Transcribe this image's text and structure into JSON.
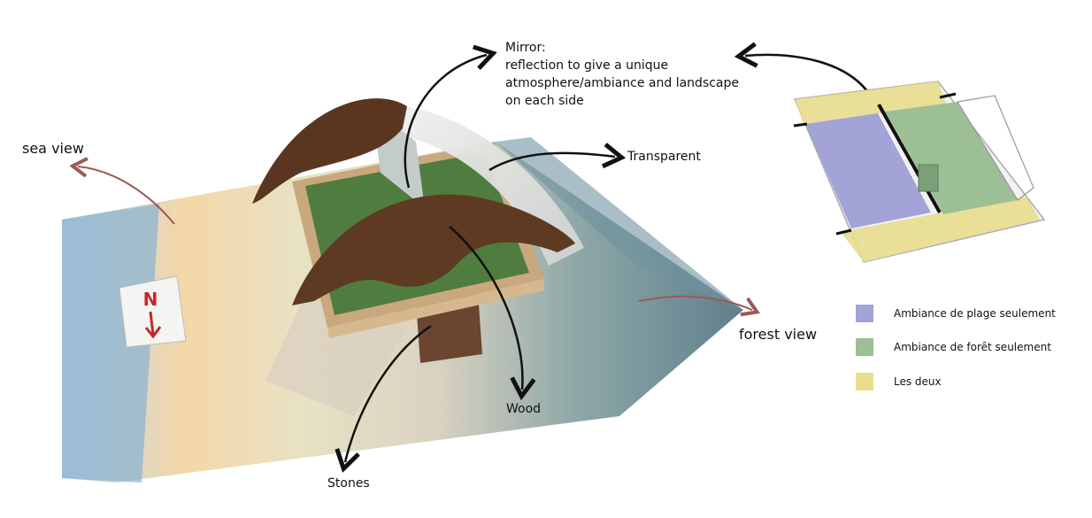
{
  "labels": {
    "sea_view": "sea view",
    "forest_view": "forest view",
    "transparent": "Transparent",
    "wood": "Wood",
    "stones": "Stones"
  },
  "mirror_note": {
    "title": "Mirror:",
    "lines": [
      "reflection to give a unique",
      "atmosphere/ambiance and landscape",
      "on each side"
    ]
  },
  "legend": {
    "items": [
      {
        "label": "Ambiance de plage seulement",
        "color": "#a3a3d8"
      },
      {
        "label": "Ambiance de forêt seulement",
        "color": "#9dbf96"
      },
      {
        "label": "Les deux",
        "color": "#e8dd8c"
      }
    ]
  },
  "model_photo": {
    "north_sign": "N"
  },
  "colors": {
    "arrow_black": "#111111",
    "arrow_brown": "#9b5a55",
    "wood_dark": "#5a3621",
    "grass": "#4f7d3f"
  }
}
